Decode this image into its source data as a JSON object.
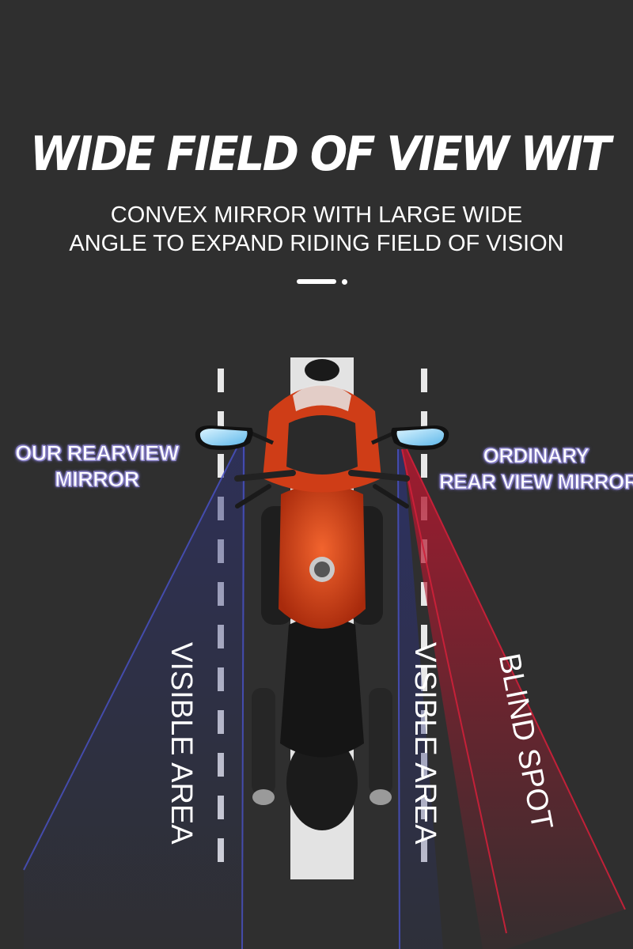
{
  "headline": "WIDE FIELD OF VIEW WIT",
  "subtitle": {
    "line1": "CONVEX MIRROR WITH LARGE WIDE",
    "line2": "ANGLE TO EXPAND RIDING FIELD OF VISION"
  },
  "callouts": {
    "left_line1": "OUR REARVIEW",
    "left_line2": "MIRROR",
    "right_line1": "ORDINARY",
    "right_line2": "REAR VIEW MIRROR"
  },
  "area_labels": {
    "left_visible": "VISIBLE AREA",
    "right_visible": "VISIBLE AREA",
    "blind_spot": "BLIND SPOT"
  },
  "colors": {
    "background": "#2f2f2f",
    "visible_area": "#2c3277",
    "blind_spot": "#b2182f",
    "motorcycle_body": "#d8401a",
    "mirror_glass": "#8fd3ff"
  }
}
